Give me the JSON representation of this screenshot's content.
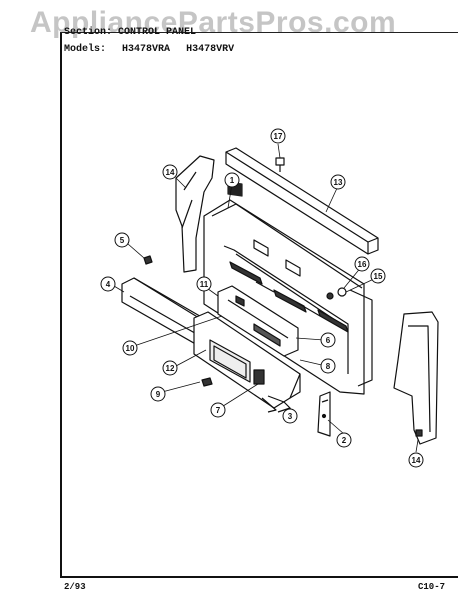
{
  "watermark": "AppliancePartsPros.com",
  "header": {
    "section": "Section: CONTROL PANEL",
    "models_label": "Models:",
    "models": [
      "H3478VRA",
      "H3478VRV"
    ]
  },
  "footer": {
    "date": "2/93",
    "page_code": "C10-7"
  },
  "callouts": [
    "1",
    "2",
    "3",
    "4",
    "5",
    "6",
    "7",
    "8",
    "9",
    "10",
    "11",
    "12",
    "13",
    "14",
    "14",
    "15",
    "16",
    "17"
  ]
}
